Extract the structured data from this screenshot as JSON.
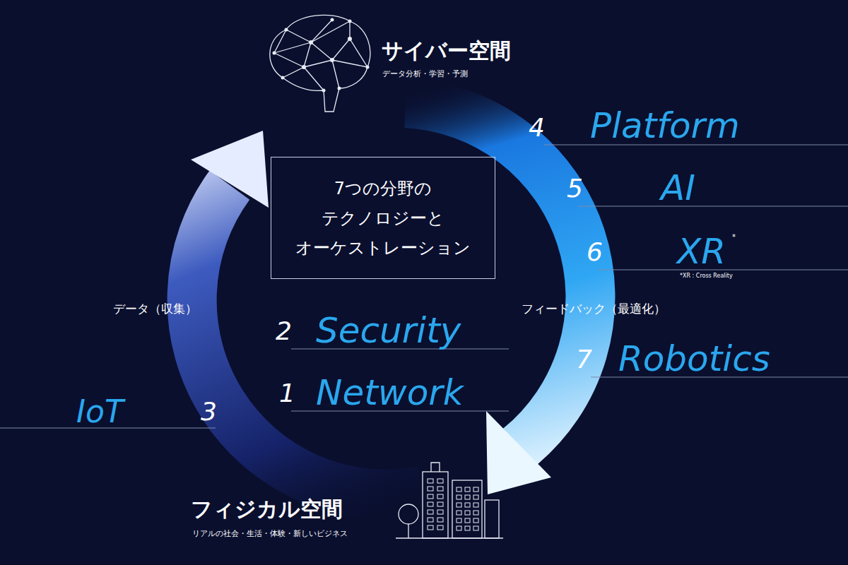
{
  "diagram": {
    "nodes": [
      {
        "text": [
          "7つの分野の テクノロジーと オーケストレーション"
        ]
      }
    ],
    "labels": [
      "サイバー空間",
      "データ分析・学習・予測",
      "4",
      "Platform",
      "5",
      "AI",
      "6",
      "XR",
      "*",
      "*XR : Cross Reality",
      "データ（収集）",
      "フィードバック（最適化）",
      "2",
      "Security",
      "7",
      "Robotics",
      "IoT",
      "3",
      "1",
      "Network",
      "フィジカル空間",
      "リアルの社会・生活・体験・新しいビジネス"
    ]
  }
}
